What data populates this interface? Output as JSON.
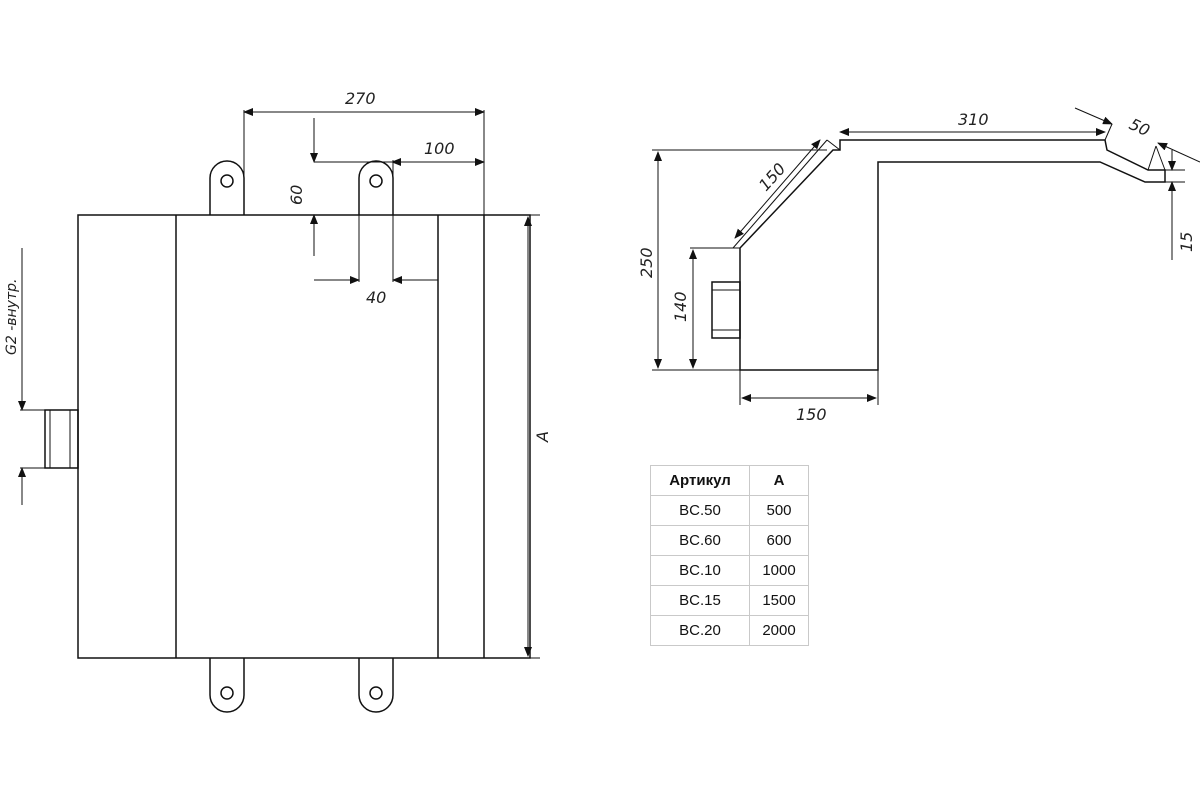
{
  "front_view": {
    "dim_width": "270",
    "dim_offset": "100",
    "dim_lug_height": "60",
    "dim_lug_width": "40",
    "dim_height": "A",
    "thread_label": "G2 -внутр."
  },
  "side_view": {
    "dim_top_length": "310",
    "dim_slope": "150",
    "dim_lip": "50",
    "dim_lip_drop": "15",
    "dim_total_height": "250",
    "dim_lower_height": "140",
    "dim_depth": "150"
  },
  "spec_table": {
    "headers": [
      "Артикул",
      "A"
    ],
    "rows": [
      [
        "BC.50",
        "500"
      ],
      [
        "BC.60",
        "600"
      ],
      [
        "BC.10",
        "1000"
      ],
      [
        "BC.15",
        "1500"
      ],
      [
        "BC.20",
        "2000"
      ]
    ]
  }
}
